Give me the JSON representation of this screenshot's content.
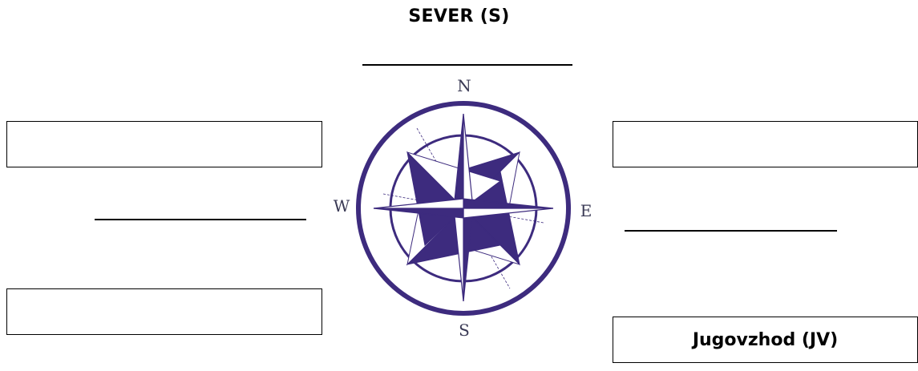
{
  "title": "SEVER (S)",
  "compass": {
    "north": "N",
    "south": "S",
    "east": "E",
    "west": "W",
    "color": "#3d2b7e"
  },
  "boxes": {
    "top_left": "",
    "top_right": "",
    "bottom_left": "",
    "bottom_right": "Jugovzhod (JV)"
  },
  "blanks": {
    "top": "",
    "left": "",
    "right": ""
  }
}
